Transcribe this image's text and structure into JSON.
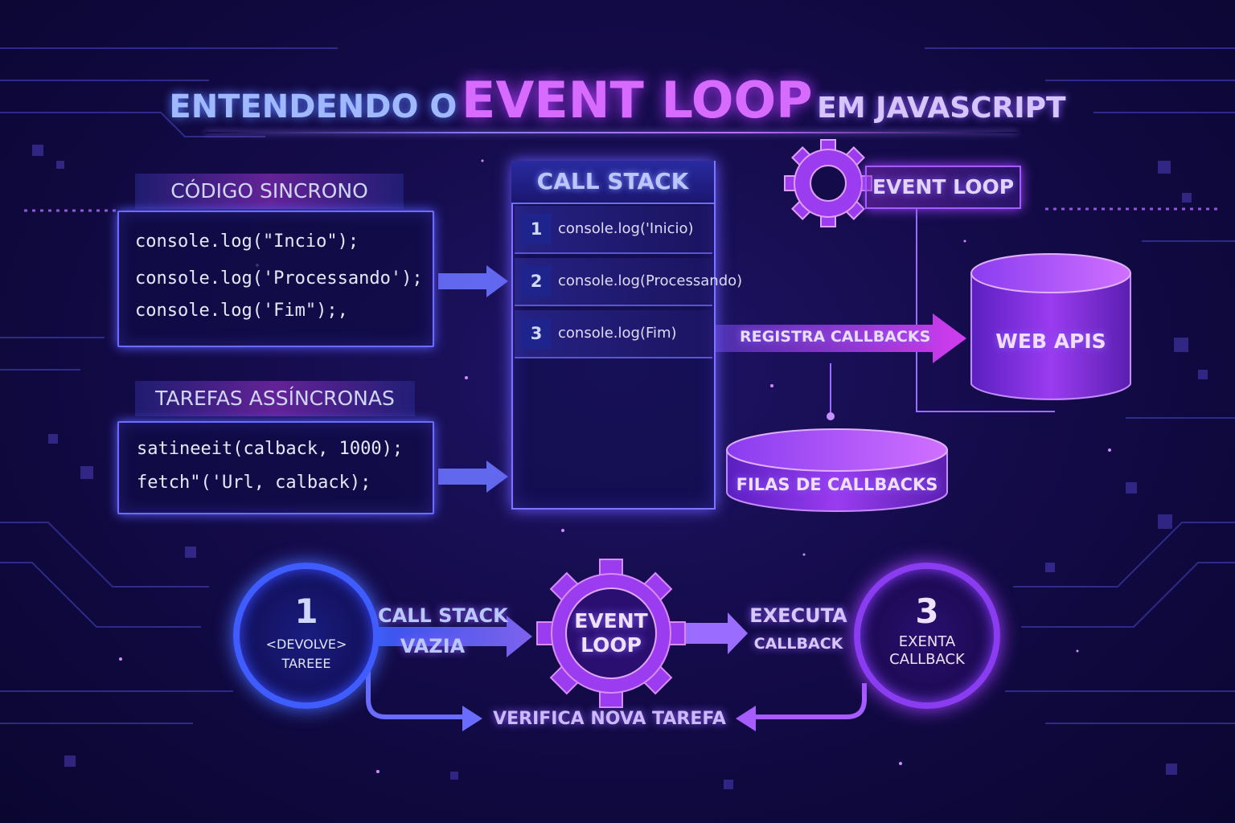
{
  "title": {
    "part1": "ENTENDENDO O",
    "part2": "EVENT LOOP",
    "part3": "EM JAVASCRIPT"
  },
  "sync": {
    "label": "CÓDIGO SINCRONO",
    "lines": [
      "console.log(\"Incio\");",
      "console.log('Processando');",
      "console.log('Fim\");,"
    ]
  },
  "async": {
    "label": "TAREFAS ASSÍNCRONAS",
    "lines": [
      "satineeit(calback, 1000);",
      "fetch\"('Url, calback);"
    ]
  },
  "call_stack": {
    "title": "CALL STACK",
    "rows": [
      {
        "num": "1",
        "text": "console.log('Inicio)"
      },
      {
        "num": "2",
        "text": "console.log(Processando)"
      },
      {
        "num": "3",
        "text": "console.log(Fim)"
      }
    ]
  },
  "event_loop_top": "EVENT LOOP",
  "registra": "REGISTRA CALLBACKS",
  "web_apis": "WEB APIS",
  "filas": "FILAS DE CALLBACKS",
  "flow": {
    "step1": {
      "num": "1",
      "line1": "<DEVOLVE>",
      "line2": "TAREEE"
    },
    "call_stack_vazia": {
      "line1": "CALL STACK",
      "line2": "VAZIA"
    },
    "event_loop": {
      "line1": "EVENT",
      "line2": "LOOP"
    },
    "executa": {
      "line1": "EXECUTA",
      "line2": "CALLBACK"
    },
    "step3": {
      "num": "3",
      "line1": "EXENTA",
      "line2": "CALLBACK"
    },
    "verifica": "VERIFICA NOVA TAREFA"
  },
  "colors": {
    "accent_blue": "#5a7cff",
    "accent_purple": "#b43cff",
    "background": "#140b4a"
  }
}
